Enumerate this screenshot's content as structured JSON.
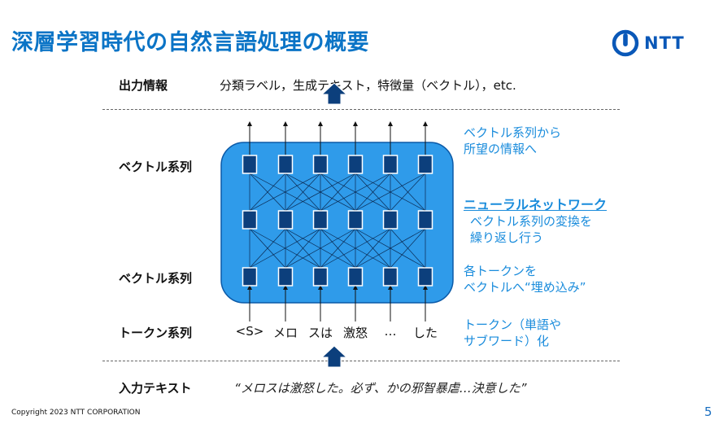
{
  "title": "深層学習時代の自然言語処理の概要",
  "logo": {
    "text": "NTT",
    "color": "#0a58b8"
  },
  "labels": {
    "output": "出力情報",
    "vector1": "ベクトル系列",
    "vector2": "ベクトル系列",
    "tokens": "トークン系列",
    "input": "入力テキスト"
  },
  "output_text": "分類ラベル，生成テキスト，特徴量（ベクトル），etc.",
  "tokens": [
    "<S>",
    "メロ",
    "スは",
    "激怒",
    "…",
    "した"
  ],
  "input_text": "“メロスは激怒した。必ず、かの邪智暴虐…決意した”",
  "notes": {
    "desired_line1": "ベクトル系列から",
    "desired_line2": "所望の情報へ",
    "nn_title": "ニューラルネットワーク",
    "nn_line1": "ベクトル系列の変換を",
    "nn_line2": "繰り返し行う",
    "embed_line1": "各トークンを",
    "embed_line2": "ベクトルへ“埋め込み”",
    "tok_line1": "トークン（単語や",
    "tok_line2": "サブワード）化"
  },
  "footer": {
    "copyright": "Copyright 2023 NTT CORPORATION",
    "page": "5"
  },
  "colors": {
    "accent": "#0b74c6",
    "network_bg": "#2f9bea",
    "node": "#0c3f7c",
    "note": "#1a8cdc"
  }
}
